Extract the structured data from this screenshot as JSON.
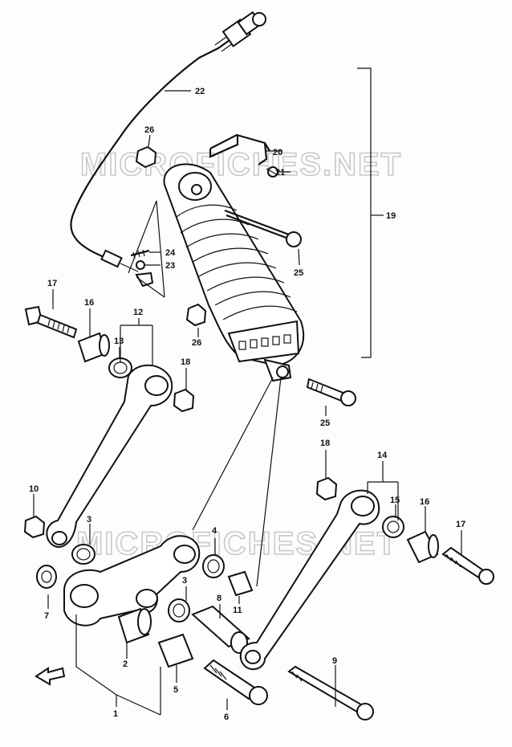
{
  "watermarks": [
    {
      "text": "MICROFICHES.NET"
    },
    {
      "text": "MICROFICHES.NET"
    }
  ],
  "callouts": [
    {
      "label": "22"
    },
    {
      "label": "26"
    },
    {
      "label": "20"
    },
    {
      "label": "21"
    },
    {
      "label": "19"
    },
    {
      "label": "24"
    },
    {
      "label": "23"
    },
    {
      "label": "25"
    },
    {
      "label": "17"
    },
    {
      "label": "16"
    },
    {
      "label": "12"
    },
    {
      "label": "13"
    },
    {
      "label": "26"
    },
    {
      "label": "18"
    },
    {
      "label": "25"
    },
    {
      "label": "18"
    },
    {
      "label": "14"
    },
    {
      "label": "10"
    },
    {
      "label": "15"
    },
    {
      "label": "16"
    },
    {
      "label": "17"
    },
    {
      "label": "3"
    },
    {
      "label": "4"
    },
    {
      "label": "7"
    },
    {
      "label": "3"
    },
    {
      "label": "11"
    },
    {
      "label": "8"
    },
    {
      "label": "2"
    },
    {
      "label": "9"
    },
    {
      "label": "5"
    },
    {
      "label": "6"
    },
    {
      "label": "1"
    }
  ],
  "icons": {
    "front_arrow": "front-direction-arrow-icon"
  }
}
